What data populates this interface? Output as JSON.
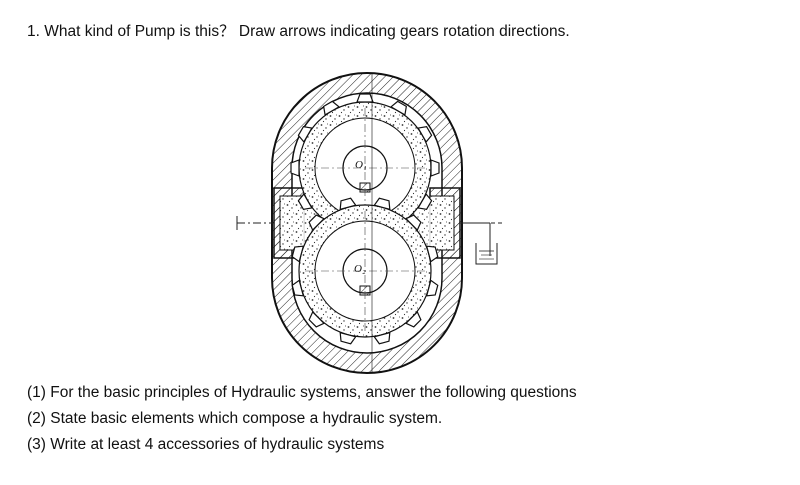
{
  "question": {
    "title": "1. What kind of Pump is this？ Draw arrows indicating gears rotation directions."
  },
  "figure": {
    "gear_labels": [
      "O₁",
      "O₂"
    ]
  },
  "sub_questions": [
    "(1) For the basic principles of Hydraulic systems, answer the following questions",
    "(2) State basic elements which compose a hydraulic system.",
    "(3) Write at least 4 accessories of hydraulic systems"
  ]
}
